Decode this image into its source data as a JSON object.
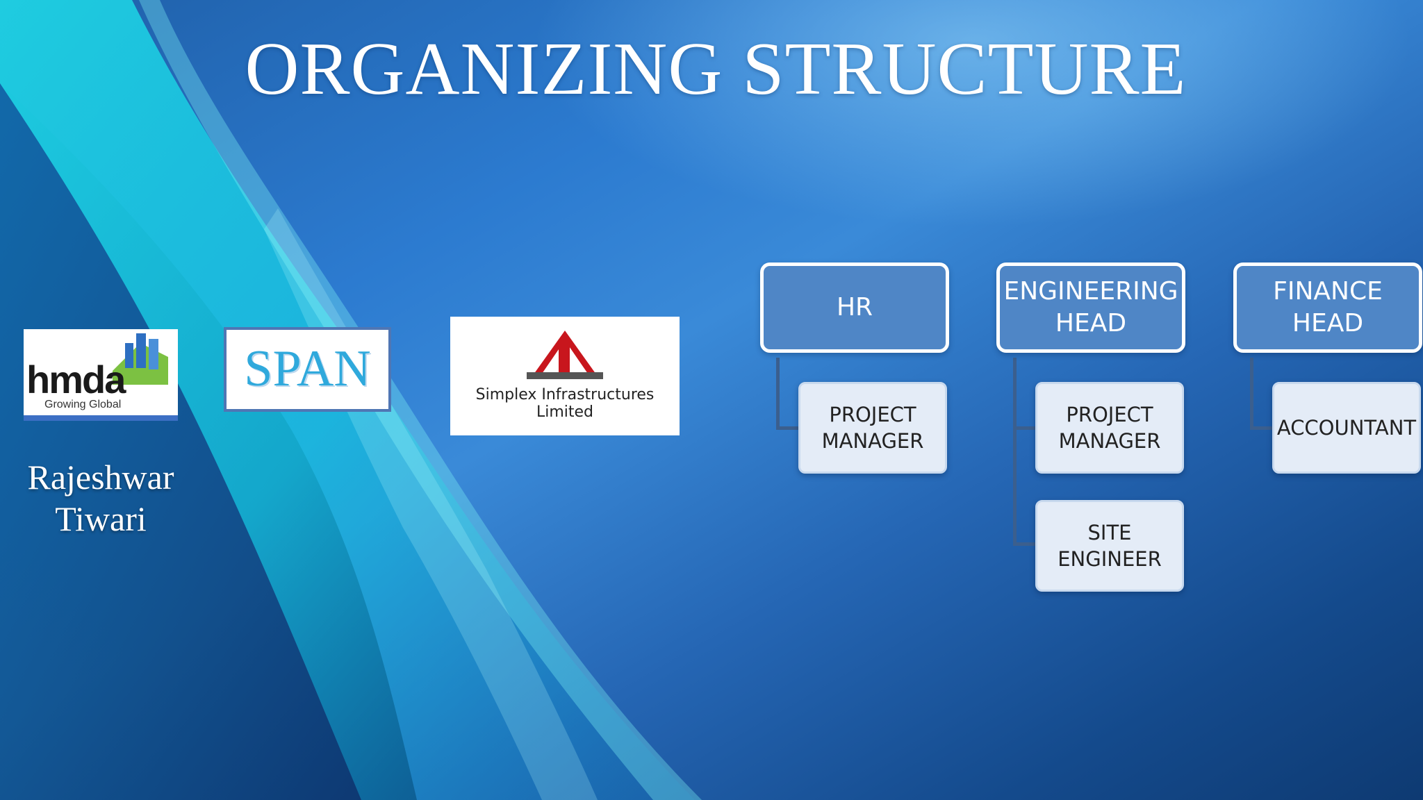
{
  "slide": {
    "title": "ORGANIZING STRUCTURE",
    "presenter": "Rajeshwar\nTiwari"
  },
  "logos": {
    "hmda": {
      "name": "hmda",
      "tagline": "Growing Global"
    },
    "span": {
      "name": "SPAN"
    },
    "simplex": {
      "name": "Simplex Infrastructures Limited"
    }
  },
  "org_chart": {
    "heads": [
      {
        "label": "HR",
        "reports": [
          "PROJECT\nMANAGER"
        ]
      },
      {
        "label": "ENGINEERING\nHEAD",
        "reports": [
          "PROJECT\nMANAGER",
          "SITE\nENGINEER"
        ]
      },
      {
        "label": "FINANCE\nHEAD",
        "reports": [
          "ACCOUNTANT"
        ]
      }
    ]
  },
  "colors": {
    "head_fill": "#4f86c6",
    "sub_fill": "#e4ecf7",
    "title_text": "#ffffff"
  }
}
